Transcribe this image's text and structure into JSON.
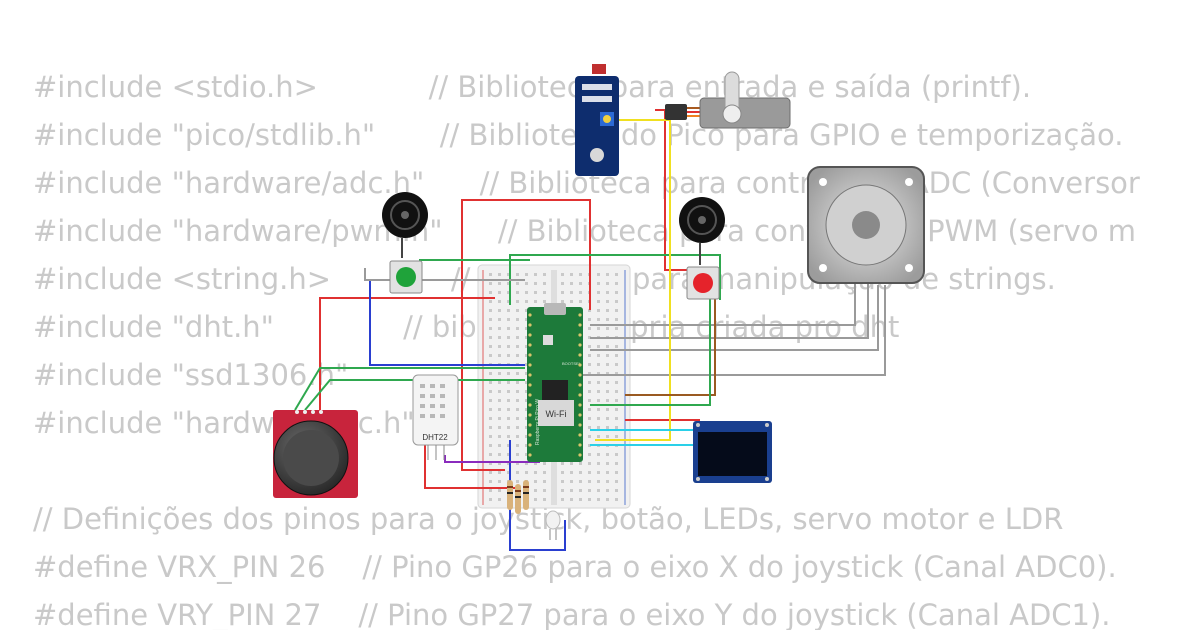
{
  "code_lines": [
    {
      "text": "#include <stdio.h>            // Biblioteca para entrada e saída (printf)."
    },
    {
      "text": "#include \"pico/stdlib.h\"       // Biblioteca do Pico para GPIO e temporização."
    },
    {
      "text": "#include \"hardware/adc.h\"      // Biblioteca para controle do ADC (Conversor"
    },
    {
      "text": "#include \"hardware/pwm.h\"      // Biblioteca para controle do PWM (servo m"
    },
    {
      "text": "#include <string.h>             // Biblioteca para manipulação de strings."
    },
    {
      "text": "#include \"dht.h\"              // biblioteca própria criada pro dht"
    },
    {
      "text": "#include \"ssd1306.h\""
    },
    {
      "text": "#include \"hardware/i2c.h\""
    },
    {
      "text": ""
    },
    {
      "text": "// Definições dos pinos para o joystick, botão, LEDs, servo motor e LDR"
    },
    {
      "text": "#define VRX_PIN 26    // Pino GP26 para o eixo X do joystick (Canal ADC0)."
    },
    {
      "text": "#define VRY_PIN 27    // Pino GP27 para o eixo Y do joystick (Canal ADC1)."
    }
  ],
  "components": {
    "dht_label": "DHT22",
    "wifi_label": "Wi-Fi",
    "pico_text": "Raspberry Pi Pico W",
    "bootsel_label": "BOOTSEL"
  },
  "colors": {
    "breadboard": "#f1f1f1",
    "pico_board": "#1d7a3a",
    "ldr_module": "#0e2d6e",
    "joystick_board": "#c8243c",
    "oled_board": "#1a3f8f",
    "button_green": "#1fa33a",
    "button_red": "#e5232b",
    "wire_red": "#e03131",
    "wire_green": "#2fa84f",
    "wire_blue": "#2a3fd0",
    "wire_gray": "#9a9a9a",
    "wire_yellow": "#f0e020",
    "wire_cyan": "#2ad0e8",
    "wire_purple": "#8a2bbd",
    "wire_brown": "#9a5a22"
  }
}
